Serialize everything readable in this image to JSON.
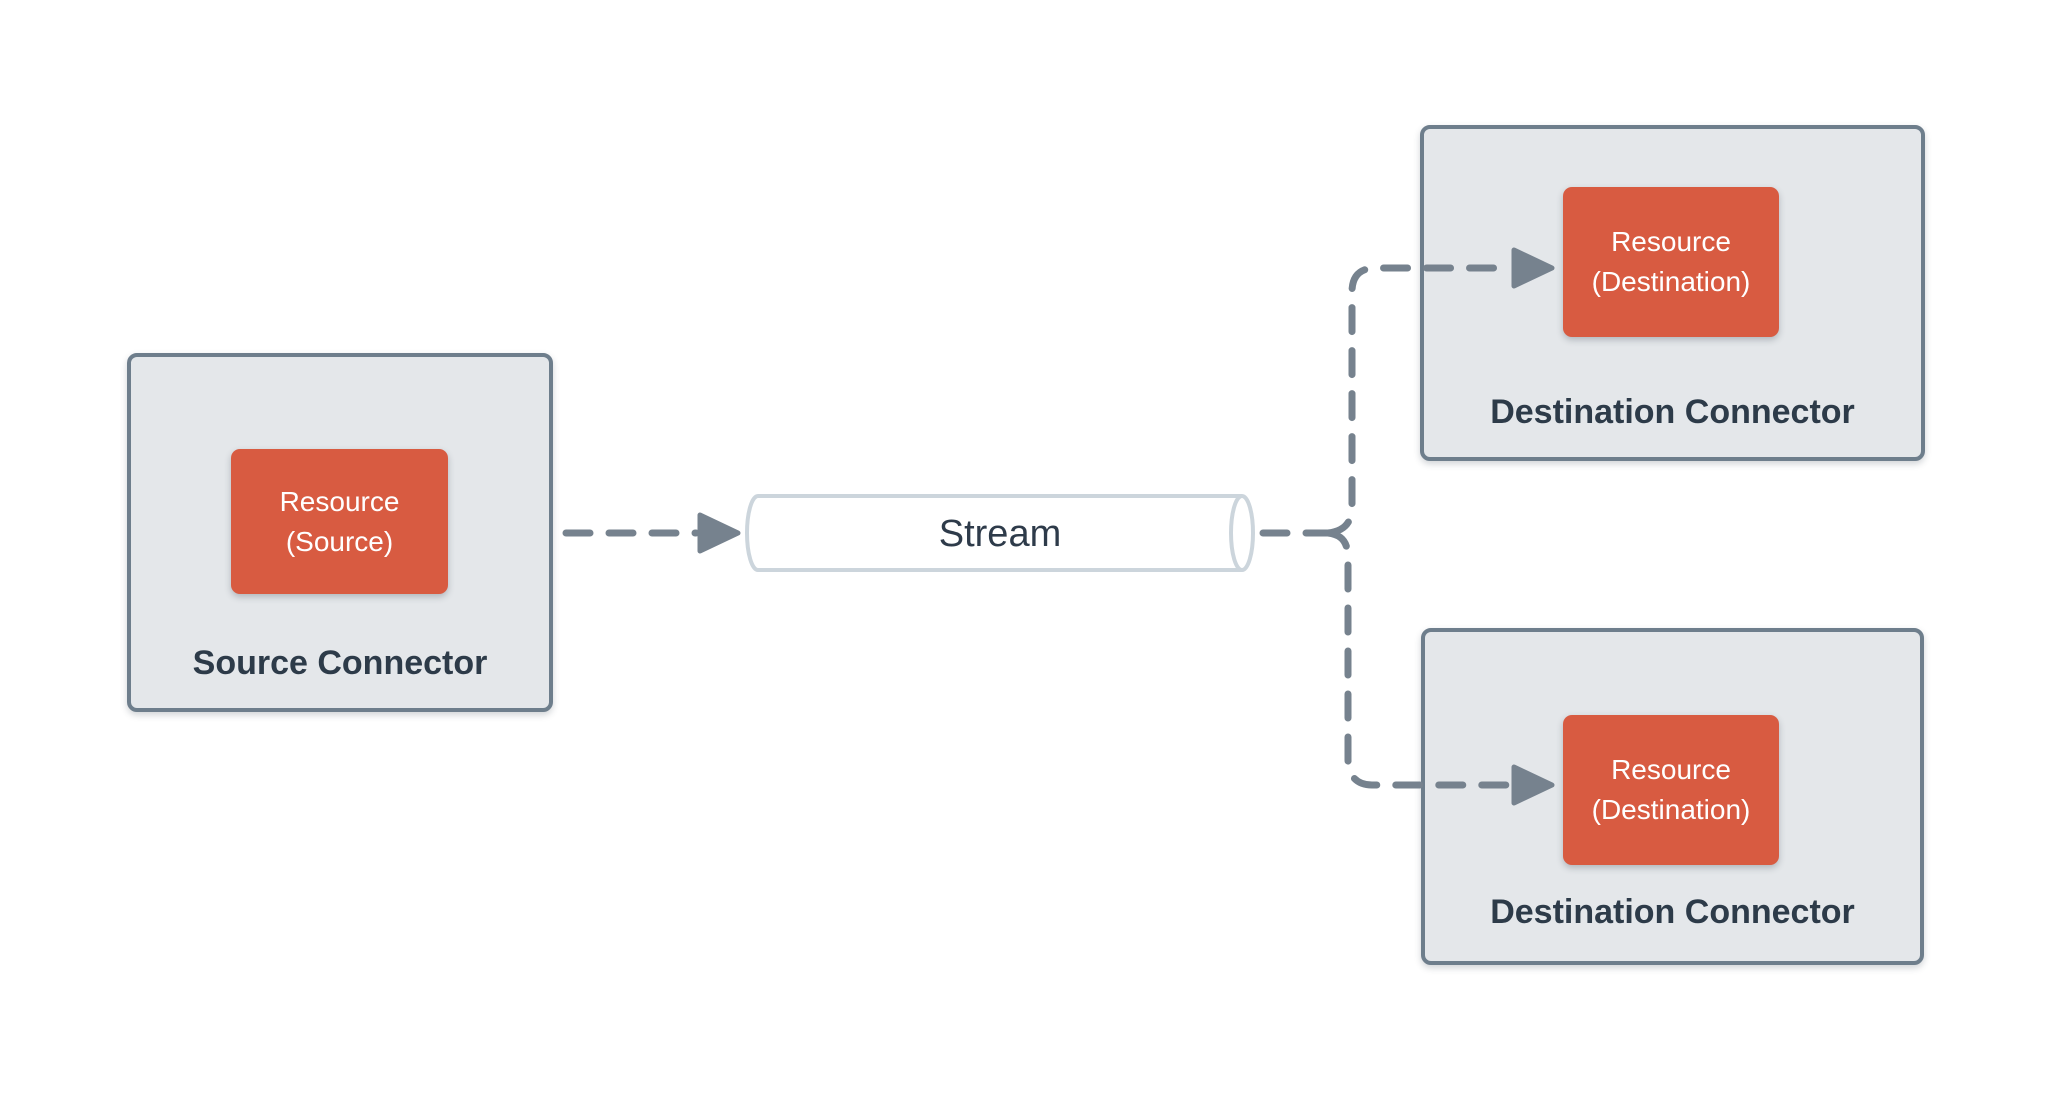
{
  "colors": {
    "canvas_bg": "#ffffff",
    "connector_box_fill": "#e4e7ea",
    "connector_box_border": "#6e7e8c",
    "connector_label_text": "#2d3b49",
    "resource_box_fill": "#d85b41",
    "resource_box_text": "#ffffff",
    "connector_line": "#76828e",
    "stream_border": "#ccd5dc",
    "stream_fill": "#ffffff",
    "stream_text": "#2e3b4a"
  },
  "nodes": {
    "source_connector": {
      "label": "Source Connector",
      "resource": {
        "line1": "Resource",
        "line2": "(Source)"
      }
    },
    "stream": {
      "label": "Stream"
    },
    "destination_connector_top": {
      "label": "Destination Connector",
      "resource": {
        "line1": "Resource",
        "line2": "(Destination)"
      }
    },
    "destination_connector_bottom": {
      "label": "Destination Connector",
      "resource": {
        "line1": "Resource",
        "line2": "(Destination)"
      }
    }
  }
}
